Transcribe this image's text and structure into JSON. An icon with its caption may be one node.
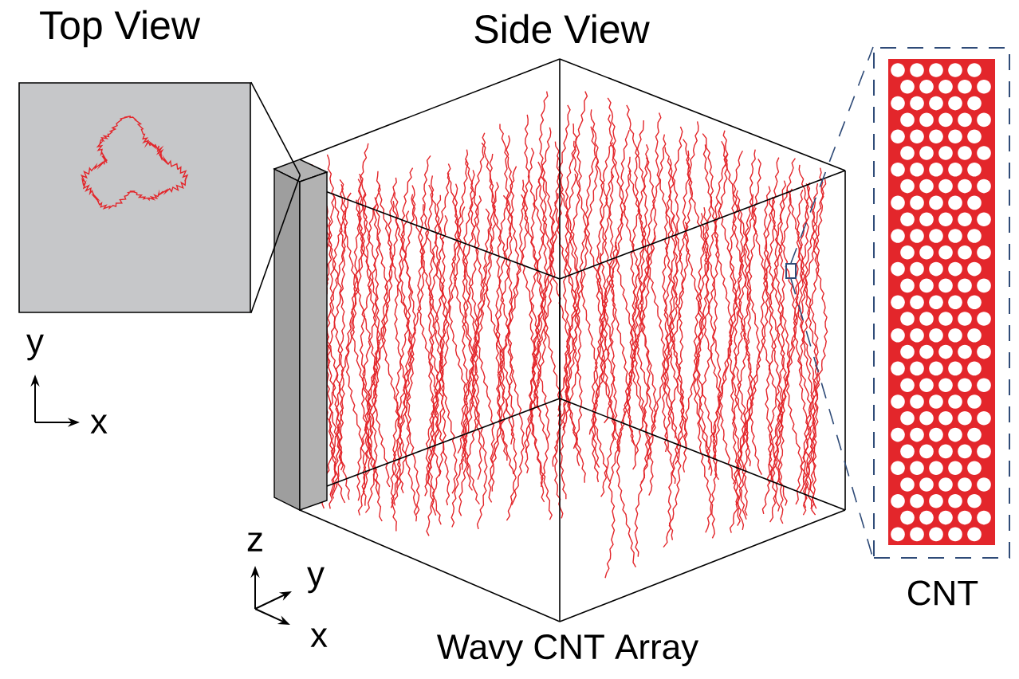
{
  "diagram": {
    "nodes": [
      {
        "text": [
          "Top View"
        ]
      },
      {
        "text": [],
        "shape": "box"
      },
      {
        "text": [
          "Side View",
          "Wavy CNT Array"
        ]
      },
      {
        "text": [],
        "shape": "box",
        "in": 2
      },
      {
        "text": [
          "CNT"
        ]
      }
    ],
    "edges": [
      {
        "from": 0,
        "to": 1,
        "arrow": "none"
      },
      {
        "from": 0,
        "to": 1,
        "arrow": "none"
      },
      {
        "from": 3,
        "to": 4,
        "arrow": "none",
        "style": "dashed",
        "color": "#2f4b78"
      },
      {
        "from": 3,
        "to": 4,
        "arrow": "none",
        "style": "dashed",
        "color": "#2f4b78"
      }
    ],
    "labels": [
      "y",
      "x",
      "z",
      "y",
      "x"
    ]
  }
}
